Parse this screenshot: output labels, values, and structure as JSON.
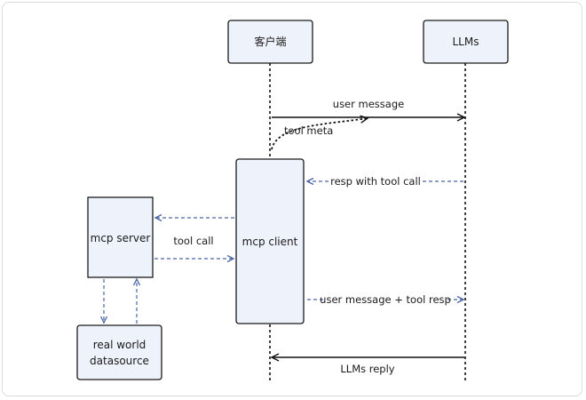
{
  "participants": {
    "client_app": "客户端",
    "llms": "LLMs"
  },
  "boxes": {
    "mcp_client": "mcp client",
    "mcp_server": "mcp server",
    "datasource_line1": "real world",
    "datasource_line2": "datasource"
  },
  "messages": {
    "user_message": "user message",
    "tool_meta": "tool meta",
    "resp_with_tool_call": "resp with tool call",
    "tool_call": "tool call",
    "user_message_tool_resp": "user message + tool resp",
    "llms_reply": "LLMs reply"
  },
  "colors": {
    "box_fill": "#eef2fb",
    "box_stroke": "#1a1a1a",
    "dashed_arrow": "#4a64a8",
    "solid_arrow": "#111111"
  }
}
